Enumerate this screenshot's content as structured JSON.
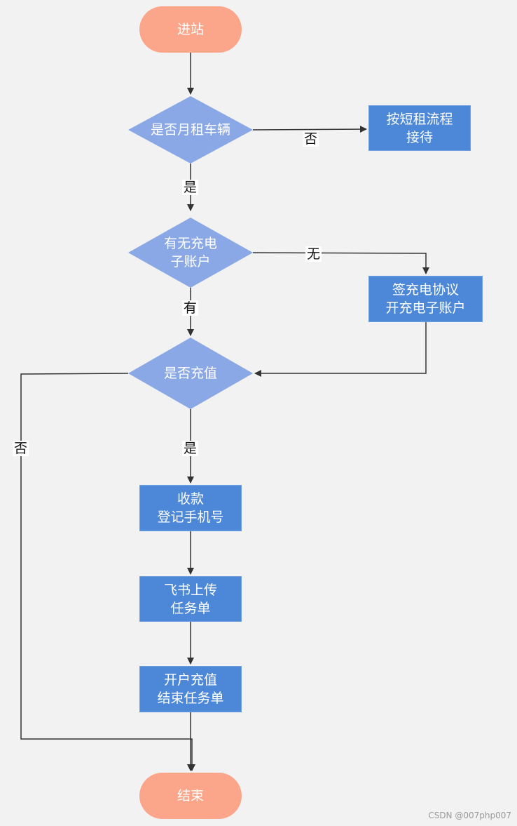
{
  "colors": {
    "terminal": "#fba68a",
    "decision": "#8aa8e6",
    "process": "#4d88d8",
    "edge": "#333333"
  },
  "nodes": {
    "start": "进站",
    "d_monthly": "是否月租车辆",
    "short_rent": "按短租流程\n接待",
    "d_account": "有无充电\n子账户",
    "sign_open": "签充电协议\n开充电子账户",
    "d_recharge": "是否充值",
    "collect": "收款\n登记手机号",
    "feishu": "飞书上传\n任务单",
    "open_charge": "开户充值\n结束任务单",
    "end": "结束"
  },
  "edge_labels": {
    "no_1": "否",
    "yes_1": "是",
    "none": "无",
    "have": "有",
    "yes_2": "是",
    "no_2": "否"
  },
  "watermark": "CSDN @007php007"
}
